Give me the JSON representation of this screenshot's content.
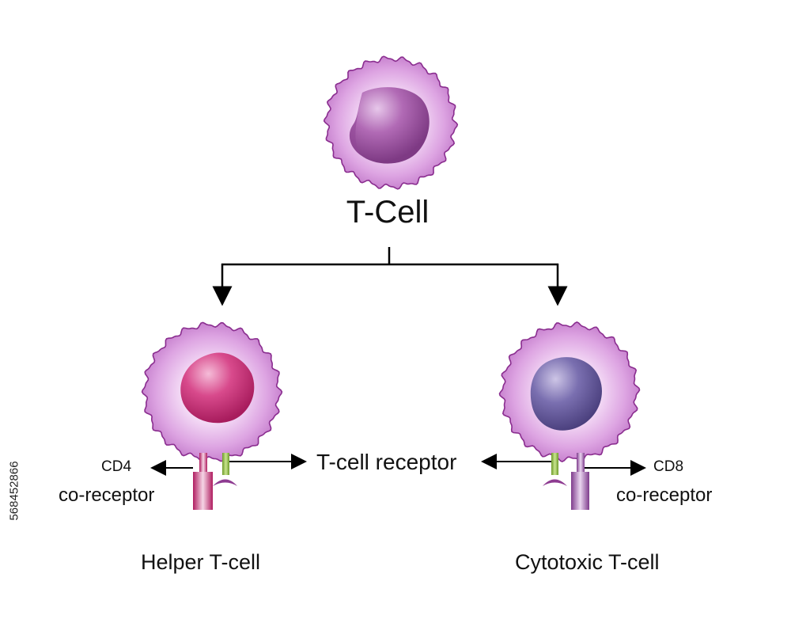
{
  "diagram": {
    "title": "T-Cell",
    "tcr_label": "T-cell receptor",
    "left": {
      "coreceptor_name": "CD4",
      "coreceptor_word": "co-receptor",
      "cell_label": "Helper T-cell"
    },
    "right": {
      "coreceptor_name": "CD8",
      "coreceptor_word": "co-receptor",
      "cell_label": "Cytotoxic T-cell"
    },
    "watermark_id": "568452866"
  },
  "colors": {
    "cell_membrane": "#c77fd0",
    "cell_outline": "#8a2d8f",
    "tcell_nucleus": "#a254a7",
    "helper_nucleus": "#d0317d",
    "cytotoxic_nucleus": "#5a4e90",
    "cd4": "#c8246e",
    "cd8": "#8e4a9c",
    "tcr": "#89b93d",
    "arrow": "#000000"
  }
}
